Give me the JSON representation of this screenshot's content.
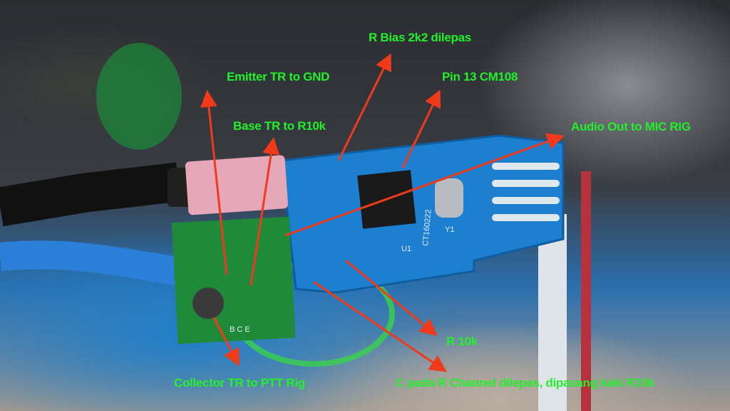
{
  "annotations": {
    "r_bias": "R Bias 2k2 dilepas",
    "emitter": "Emitter TR to GND",
    "pin13": "Pin 13 CM108",
    "base": "Base TR to R10k",
    "audio_out": "Audio Out to MIC RIG",
    "r10k": "R 10k",
    "collector": "Collector TR to PTT Rig",
    "c_pada": "C pada R Channel dilepas, dipasang kaki R10k"
  },
  "board_silkscreen": {
    "pins": "B C E",
    "part_code": "CT160222",
    "y1": "Y1",
    "u1": "U1"
  },
  "colors": {
    "label": "#22f02a",
    "arrow": "#f03a1a",
    "pcb": "#1c7fcf"
  }
}
